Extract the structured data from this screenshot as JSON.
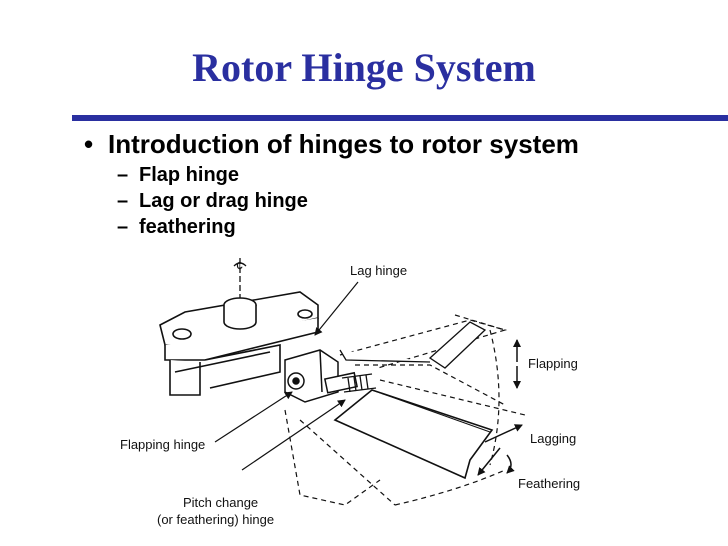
{
  "slide": {
    "title": "Rotor Hinge System",
    "bullet": "Introduction of hinges to rotor system",
    "sub_items": [
      "Flap hinge",
      "Lag or drag hinge",
      "feathering"
    ],
    "bullet_glyph": "•",
    "dash_glyph": "–"
  },
  "diagram": {
    "axis_symbol": "¢",
    "labels": {
      "lag_hinge": "Lag hinge",
      "flapping": "Flapping",
      "lagging": "Lagging",
      "feathering": "Feathering",
      "flapping_hinge": "Flapping hinge",
      "pitch_change_line1": "Pitch change",
      "pitch_change_line2": "(or feathering) hinge"
    }
  },
  "colors": {
    "title": "#2a2fa0",
    "rule": "#2a2fa0"
  }
}
